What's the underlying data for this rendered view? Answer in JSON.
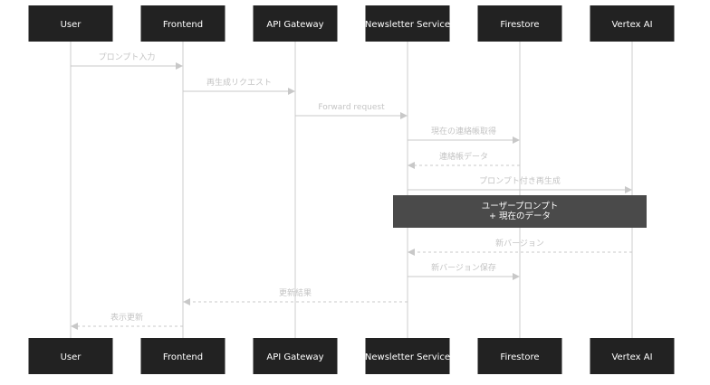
{
  "participants": [
    {
      "id": "user",
      "label": "User"
    },
    {
      "id": "frontend",
      "label": "Frontend"
    },
    {
      "id": "gateway",
      "label": "API Gateway"
    },
    {
      "id": "newsletter",
      "label": "Newsletter Service"
    },
    {
      "id": "firestore",
      "label": "Firestore"
    },
    {
      "id": "vertex",
      "label": "Vertex AI"
    }
  ],
  "messages": [
    {
      "from": "user",
      "to": "frontend",
      "label": "プロンプト入力",
      "style": "solid"
    },
    {
      "from": "frontend",
      "to": "gateway",
      "label": "再生成リクエスト",
      "style": "solid"
    },
    {
      "from": "gateway",
      "to": "newsletter",
      "label": "Forward request",
      "style": "solid"
    },
    {
      "from": "newsletter",
      "to": "firestore",
      "label": "現在の連絡帳取得",
      "style": "solid"
    },
    {
      "from": "firestore",
      "to": "newsletter",
      "label": "連絡帳データ",
      "style": "dashed"
    },
    {
      "from": "newsletter",
      "to": "vertex",
      "label": "プロンプト付き再生成",
      "style": "solid"
    },
    {
      "from": "vertex",
      "to": "newsletter",
      "label": "新バージョン",
      "style": "dashed"
    },
    {
      "from": "newsletter",
      "to": "firestore",
      "label": "新バージョン保存",
      "style": "solid"
    },
    {
      "from": "newsletter",
      "to": "frontend",
      "label": "更新結果",
      "style": "dashed"
    },
    {
      "from": "frontend",
      "to": "user",
      "label": "表示更新",
      "style": "dashed"
    }
  ],
  "note": {
    "over": [
      "newsletter",
      "vertex"
    ],
    "lines": [
      "ユーザープロンプト",
      "+ 現在のデータ"
    ]
  },
  "colors": {
    "actor_fill": "#222222",
    "lifeline": "#cccccc",
    "arrow": "#c8c8c8",
    "text_muted": "#c4c4c4",
    "note_fill": "#4a4a4a"
  }
}
